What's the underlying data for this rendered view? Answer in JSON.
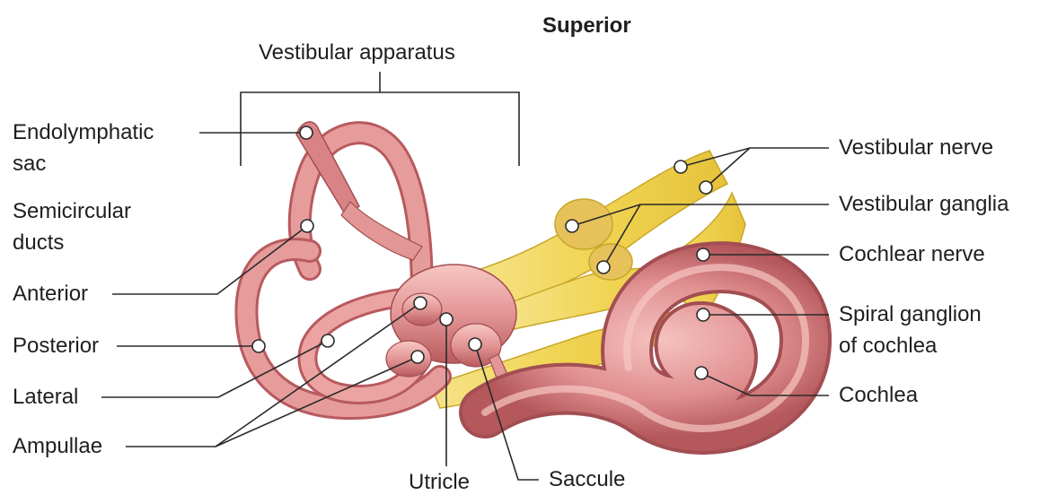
{
  "orientation_label": "Superior",
  "group_label": "Vestibular apparatus",
  "left_labels": {
    "endolymphatic_sac": [
      "Endolymphatic",
      "sac"
    ],
    "semicircular_ducts": [
      "Semicircular",
      "ducts"
    ],
    "anterior": "Anterior",
    "posterior": "Posterior",
    "lateral": "Lateral",
    "ampullae": "Ampullae"
  },
  "bottom_labels": {
    "utricle": "Utricle",
    "saccule": "Saccule"
  },
  "right_labels": {
    "vestibular_nerve": "Vestibular nerve",
    "vestibular_ganglia": "Vestibular ganglia",
    "cochlear_nerve": "Cochlear nerve",
    "spiral_ganglion": [
      "Spiral ganglion",
      "of cochlea"
    ],
    "cochlea": "Cochlea"
  },
  "colors": {
    "membrane": "#e59a9a",
    "membrane_dark": "#b85a5e",
    "membrane_light": "#f7c7c2",
    "nerve": "#f1d85a",
    "nerve_dark": "#c9a62a"
  }
}
